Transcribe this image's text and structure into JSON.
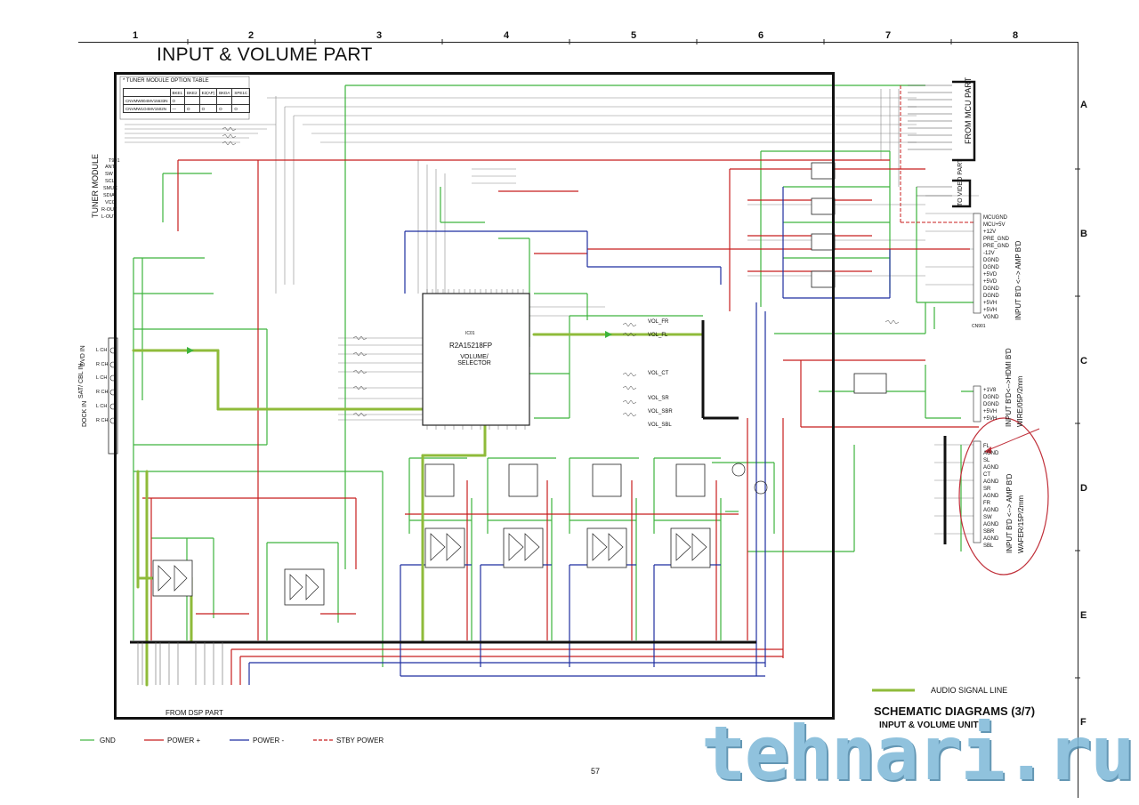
{
  "header": {
    "columns": [
      "1",
      "2",
      "3",
      "4",
      "5",
      "6",
      "7",
      "8"
    ],
    "rows": [
      "A",
      "B",
      "C",
      "D",
      "E",
      "F"
    ],
    "title": "INPUT & VOLUME PART"
  },
  "tuner": {
    "option_title": "* TUNER MODULE OPTION TABLE",
    "option_headers": [
      "",
      "BKE1",
      "BKE2",
      "E2(AP)",
      "BKDA",
      "SPE1C"
    ],
    "option_rows": [
      [
        "CNVMW804MV15633N",
        "O",
        "",
        "",
        "",
        ""
      ],
      [
        "CNVMW1O4MV1502N",
        "—",
        "O",
        "O",
        "O",
        "O"
      ]
    ],
    "module_label": "TUNER MODULE",
    "pins": [
      "T901",
      "ANT",
      "SW",
      "SCL",
      "SMUX",
      "SDIA",
      "VCC",
      "R-OUT",
      "L-OUT"
    ]
  },
  "inputs": {
    "dvd_in": "DVD IN",
    "sat_cbl_in": "SAT/ CBL IN",
    "dock_in": "DOCK IN",
    "channels": [
      "L CH",
      "R CH",
      "L CH",
      "R CH",
      "L CH",
      "R CH"
    ]
  },
  "ic": {
    "part": "R2A15218FP",
    "function": "VOLUME/ SELECTOR",
    "ref": "IC01"
  },
  "vol_lines": [
    "VOL_FR",
    "VOL_FL",
    "VOL_CT",
    "VOL_SR",
    "VOL_SBR",
    "VOL_SBL"
  ],
  "mcu": {
    "label": "FROM MCU PART",
    "video": "TO VIDEO PART"
  },
  "amp_connector": {
    "label": "INPUT B'D <--> AMP B'D",
    "ref": "CN901",
    "pins": [
      "MCUGND",
      "MCU+5V",
      "+12V",
      "PRE_GND",
      "PRE_GND",
      "-12V",
      "DGND",
      "DGND",
      "+5VD",
      "+5VD",
      "DGND",
      "DGND",
      "+5VH",
      "+5VH",
      "VGND"
    ]
  },
  "hdmi_connector": {
    "label": "INPUT B'D<-->HDMI B'D WIRE/05P/2mm",
    "pins": [
      "+1V8",
      "DGND",
      "DGND",
      "+5VH",
      "+5VH"
    ]
  },
  "wafer_connector": {
    "label": "INPUT B'D <--> AMP B'D WAFER/15P/2mm",
    "pins": [
      "FL",
      "AGND",
      "SL",
      "AGND",
      "CT",
      "AGND",
      "SR",
      "AGND",
      "FR",
      "AGND",
      "SW",
      "AGND",
      "SBR",
      "AGND",
      "SBL"
    ]
  },
  "dsp": {
    "label": "FROM DSP PART"
  },
  "legend": {
    "audio": "AUDIO SIGNAL LINE",
    "gnd": "GND",
    "power_plus": "POWER +",
    "power_minus": "POWER -",
    "stby": "STBY POWER",
    "colors": {
      "gnd": "#3db43d",
      "power_plus": "#c81e1e",
      "power_minus": "#1f2fa0",
      "audio": "#8fbb3a",
      "stby": "#c81e1e"
    }
  },
  "footer": {
    "heading": "SCHEMATIC DIAGRAMS (3/7)",
    "subheading": "INPUT & VOLUME UNIT",
    "page_number": "57",
    "watermark": "tehnari.ru"
  }
}
